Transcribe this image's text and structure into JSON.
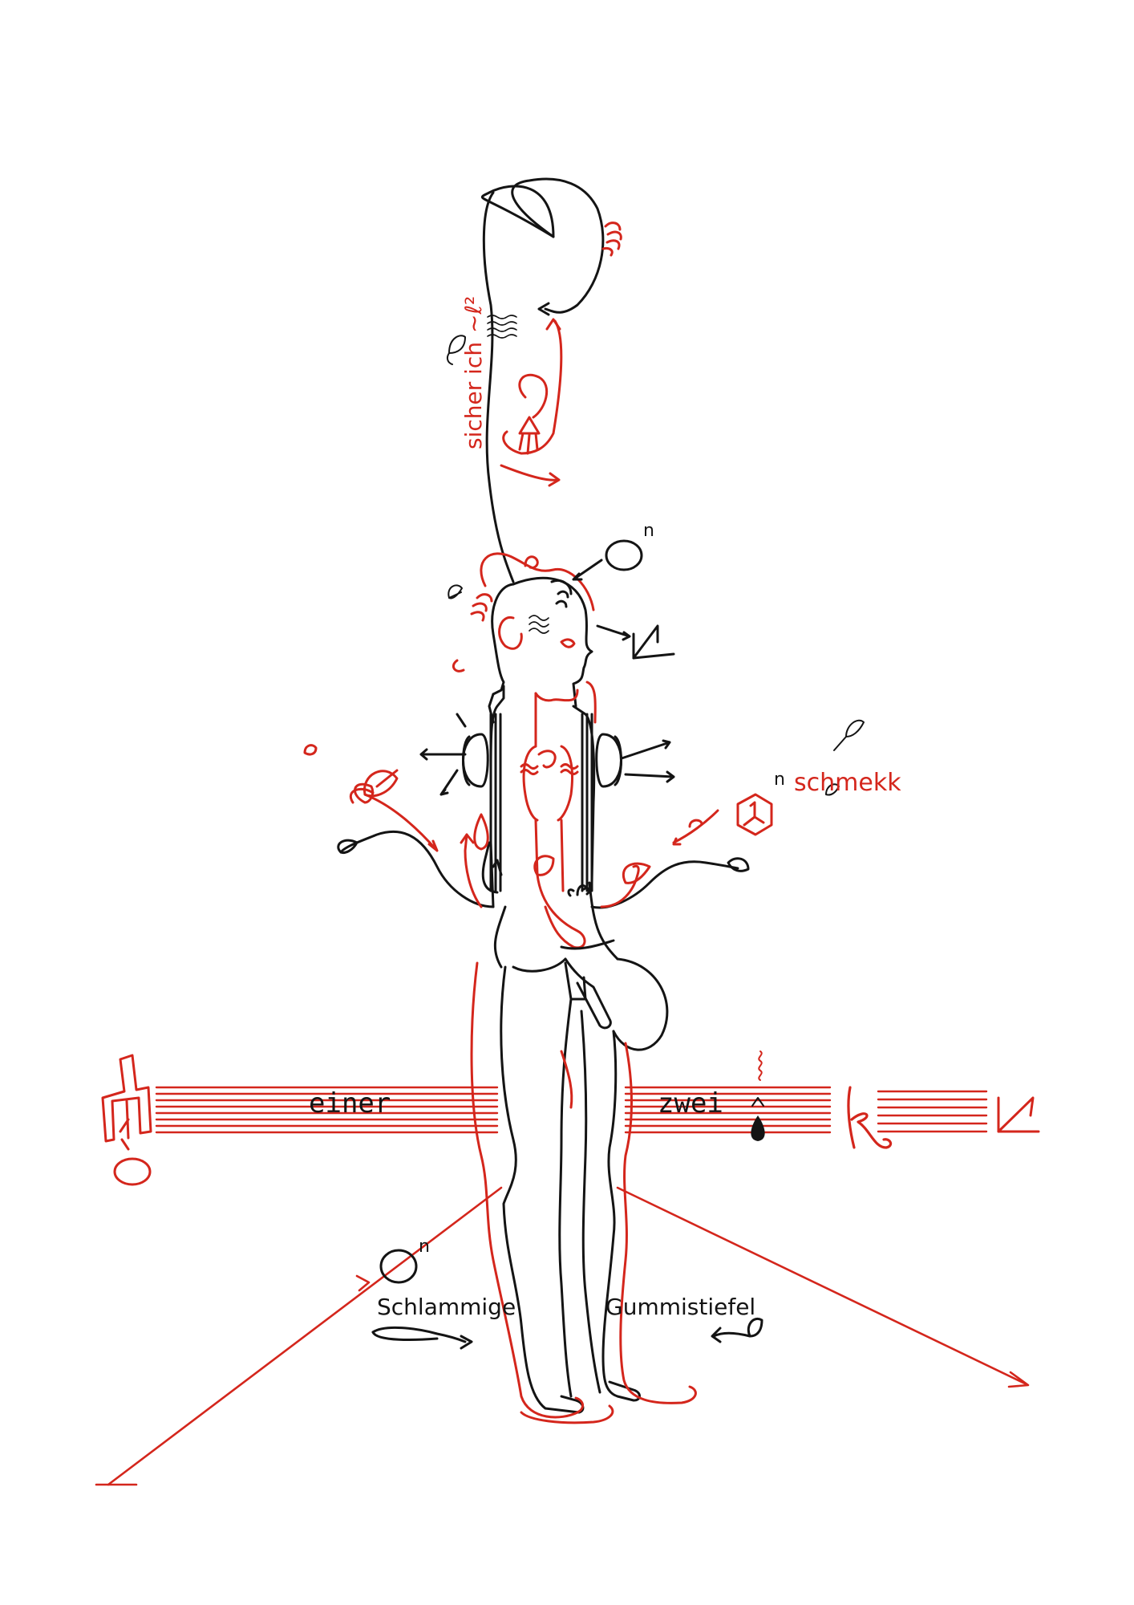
{
  "colors": {
    "ink": "#141414",
    "accent": "#d4261c",
    "paper": "#ffffff"
  },
  "labels": {
    "sicher_ich": "sicher ich",
    "sicher_ich_suffix": "~ℓ²",
    "exponent_top": "n",
    "exponent_middle": "n",
    "exponent_bottom": "n",
    "schmekk": "schmekk",
    "einer": "einer",
    "zwei": "zwei",
    "schlammige": "Schlammige",
    "gummistiefel": "Gummistiefel",
    "k_glyph": "k"
  },
  "icons": [
    "chair-icon",
    "hatched-circle-icon",
    "leaf-icon",
    "drop-icon",
    "arrow-icon",
    "hexagon-clock-icon",
    "corner-arrow-icon"
  ]
}
